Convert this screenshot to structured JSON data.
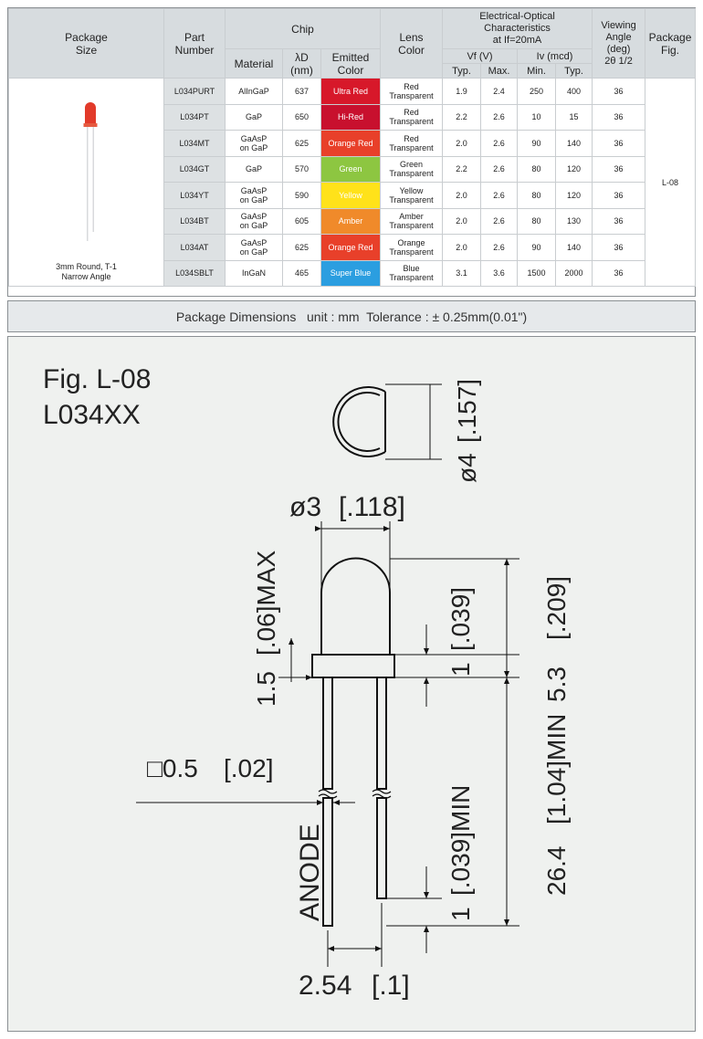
{
  "table": {
    "headers": {
      "package_size": "Package\nSize",
      "part_number": "Part\nNumber",
      "chip": "Chip",
      "material": "Material",
      "lambda_d": "λD\n(nm)",
      "emitted_color": "Emitted\nColor",
      "lens_color": "Lens\nColor",
      "electrical_optical": "Electrical-Optical\nCharacteristics\nat If=20mA",
      "vf": "Vf (V)",
      "iv": "Iv (mcd)",
      "typ": "Typ.",
      "max": "Max.",
      "min": "Min.",
      "typ2": "Typ.",
      "viewing_angle": "Viewing\nAngle\n(deg)\n2θ 1/2",
      "package_fig": "Package\nFig."
    },
    "package_caption": "3mm Round, T-1\nNarrow Angle",
    "package_fig_value": "L-08",
    "rows": [
      {
        "part": "L034PURT",
        "material": "AlInGaP",
        "wavelength": "637",
        "color": "Ultra Red",
        "color_hex": "#d7182a",
        "lens": "Red\nTransparent",
        "vf_typ": "1.9",
        "vf_max": "2.4",
        "iv_min": "250",
        "iv_typ": "400",
        "angle": "36"
      },
      {
        "part": "L034PT",
        "material": "GaP",
        "wavelength": "650",
        "color": "Hi-Red",
        "color_hex": "#c8102e",
        "lens": "Red\nTransparent",
        "vf_typ": "2.2",
        "vf_max": "2.6",
        "iv_min": "10",
        "iv_typ": "15",
        "angle": "36"
      },
      {
        "part": "L034MT",
        "material": "GaAsP\non GaP",
        "wavelength": "625",
        "color": "Orange Red",
        "color_hex": "#e8402a",
        "lens": "Red\nTransparent",
        "vf_typ": "2.0",
        "vf_max": "2.6",
        "iv_min": "90",
        "iv_typ": "140",
        "angle": "36"
      },
      {
        "part": "L034GT",
        "material": "GaP",
        "wavelength": "570",
        "color": "Green",
        "color_hex": "#8dc641",
        "lens": "Green\nTransparent",
        "vf_typ": "2.2",
        "vf_max": "2.6",
        "iv_min": "80",
        "iv_typ": "120",
        "angle": "36"
      },
      {
        "part": "L034YT",
        "material": "GaAsP\non GaP",
        "wavelength": "590",
        "color": "Yellow",
        "color_hex": "#ffe21a",
        "lens": "Yellow\nTransparent",
        "vf_typ": "2.0",
        "vf_max": "2.6",
        "iv_min": "80",
        "iv_typ": "120",
        "angle": "36"
      },
      {
        "part": "L034BT",
        "material": "GaAsP\non GaP",
        "wavelength": "605",
        "color": "Amber",
        "color_hex": "#f08a2a",
        "lens": "Amber\nTransparent",
        "vf_typ": "2.0",
        "vf_max": "2.6",
        "iv_min": "80",
        "iv_typ": "130",
        "angle": "36"
      },
      {
        "part": "L034AT",
        "material": "GaAsP\non GaP",
        "wavelength": "625",
        "color": "Orange Red",
        "color_hex": "#e8402a",
        "lens": "Orange\nTransparent",
        "vf_typ": "2.0",
        "vf_max": "2.6",
        "iv_min": "90",
        "iv_typ": "140",
        "angle": "36"
      },
      {
        "part": "L034SBLT",
        "material": "InGaN",
        "wavelength": "465",
        "color": "Super Blue",
        "color_hex": "#2b9ee0",
        "lens": "Blue\nTransparent",
        "vf_typ": "3.1",
        "vf_max": "3.6",
        "iv_min": "1500",
        "iv_typ": "2000",
        "angle": "36"
      }
    ]
  },
  "dimensions_bar": "Package Dimensions   unit : mm  Tolerance : ± 0.25mm(0.01\")",
  "drawing": {
    "fig_label": "Fig. L-08",
    "part_series": "L034XX",
    "dim_diameter_top": "ø4",
    "dim_diameter_top_in": "[.157]",
    "dim_diameter_body": "ø3",
    "dim_diameter_body_in": "[.118]",
    "dim_flange_max": "[.06]MAX",
    "dim_flange": "1.5",
    "dim_lead_sq": "□0.5",
    "dim_lead_sq_in": "[.02]",
    "dim_dome": "[.039]",
    "dim_dome_mm": "1",
    "dim_height": "5.3",
    "dim_height_in": "[.209]",
    "dim_lead_len_in": "[1.04]MIN",
    "dim_lead_len": "26.4",
    "dim_lead_diff_in": "[.039]MIN",
    "dim_lead_diff": "1",
    "anode_label": "ANODE",
    "dim_pitch": "2.54",
    "dim_pitch_in": "[.1]"
  }
}
